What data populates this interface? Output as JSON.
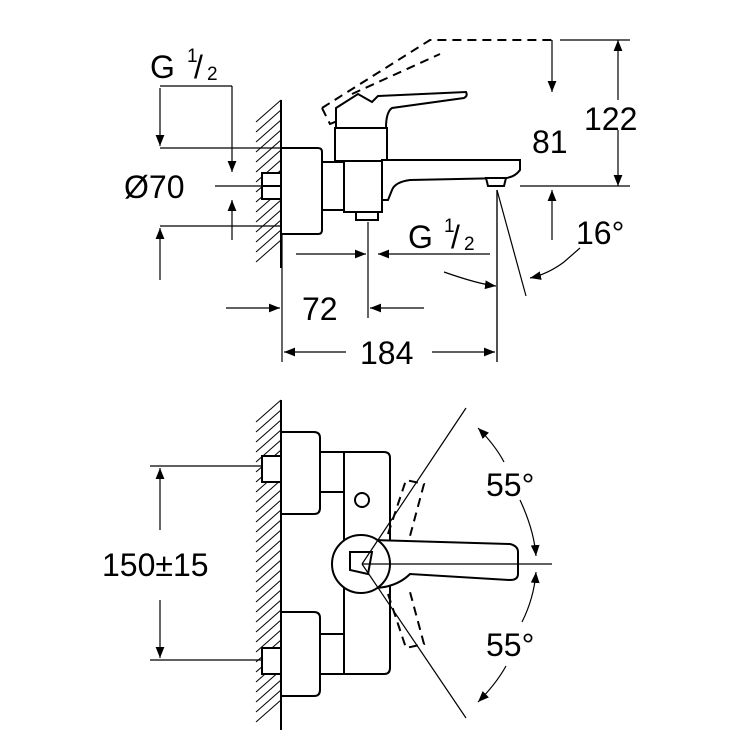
{
  "labels": {
    "thread_top": {
      "base": "G",
      "num": "1",
      "den": "2"
    },
    "thread_outlet": {
      "base": "G",
      "num": "1",
      "den": "2"
    },
    "diameter": "Ø70",
    "height_81": "81",
    "height_122": "122",
    "angle_spout": "16°",
    "length_72": "72",
    "length_184": "184",
    "centers": "150±15",
    "angle_upper": "55°",
    "angle_lower": "55°"
  }
}
